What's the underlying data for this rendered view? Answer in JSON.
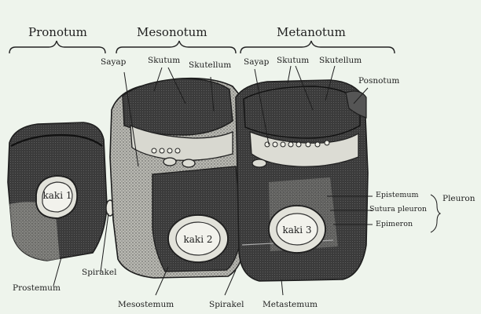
{
  "regions": {
    "pronotum": "Pronotum",
    "mesonotum": "Mesonotum",
    "metanotum": "Metanotum"
  },
  "top_labels": {
    "sayap_meso": "Sayap",
    "skutum_meso": "Skutum",
    "skutellum_meso": "Skutellum",
    "sayap_meta": "Sayap",
    "skutum_meta": "Skutum",
    "skutellum_meta": "Skutellum",
    "posnotum": "Posnotum"
  },
  "side_labels": {
    "epistemum": "Epistemum",
    "sutura_pleuron": "Sutura pleuron",
    "epimeron": "Epimeron",
    "pleuron": "Pleuron"
  },
  "bottom_labels": {
    "spirakel_front": "Spirakel",
    "prostemum": "Prostemum",
    "mesostemum": "Mesostemum",
    "spirakel_back": "Spirakel",
    "metastemum": "Metastemum"
  },
  "legs": {
    "kaki1": "kaki 1",
    "kaki2": "kaki 2",
    "kaki3": "kaki 3"
  },
  "colors": {
    "background": "#eef4ec",
    "dark": "#3a3a3a",
    "darker": "#262626",
    "stipple": "#8c8c8c",
    "light": "#dcdcd4",
    "line": "#1e1e1e"
  }
}
